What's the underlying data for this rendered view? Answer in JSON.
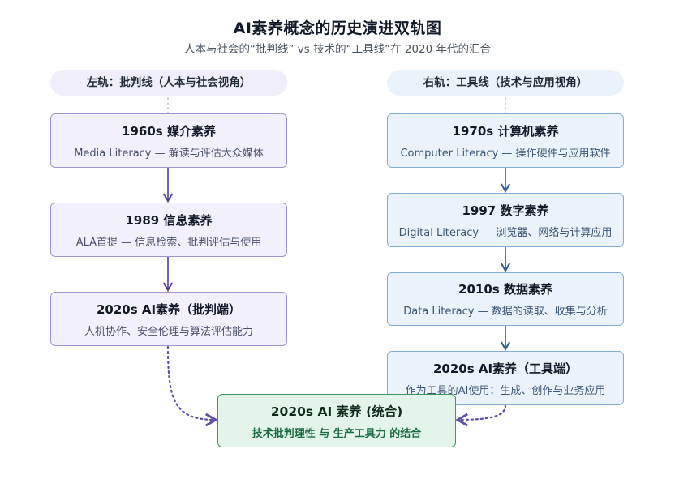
{
  "title": "AI素养概念的历史演进双轨图",
  "subtitle": "人本与社会的“批判线” vs 技术的“工具线”在 2020 年代的汇合",
  "left_track": {
    "header": "左轨：批判线（人本与社会视角）",
    "nodes": [
      {
        "title": "1960s 媒介素养",
        "desc": "Media Literacy — 解读与评估大众媒体"
      },
      {
        "title": "1989 信息素养",
        "desc": "ALA首提 — 信息检索、批判评估与使用"
      },
      {
        "title": "2020s AI素养（批判端）",
        "desc": "人机协作、安全伦理与算法评估能力"
      }
    ]
  },
  "right_track": {
    "header": "右轨：工具线（技术与应用视角）",
    "nodes": [
      {
        "title": "1970s 计算机素养",
        "desc": "Computer Literacy — 操作硬件与应用软件"
      },
      {
        "title": "1997 数字素养",
        "desc": "Digital Literacy — 浏览器、网络与计算应用"
      },
      {
        "title": "2010s 数据素养",
        "desc": "Data Literacy — 数据的读取、收集与分析"
      },
      {
        "title": "2020s AI素养（工具端）",
        "desc": "作为工具的AI使用：生成、创作与业务应用"
      }
    ]
  },
  "merge": {
    "title": "2020s AI 素养 (统合)",
    "desc": "技术批判理性 与 生产工具力 的结合"
  },
  "colors": {
    "left_arrow": "#4a3f9e",
    "right_arrow": "#2f5f8f",
    "dotted": "#5b4fa8",
    "merge_border": "#3f9464"
  }
}
